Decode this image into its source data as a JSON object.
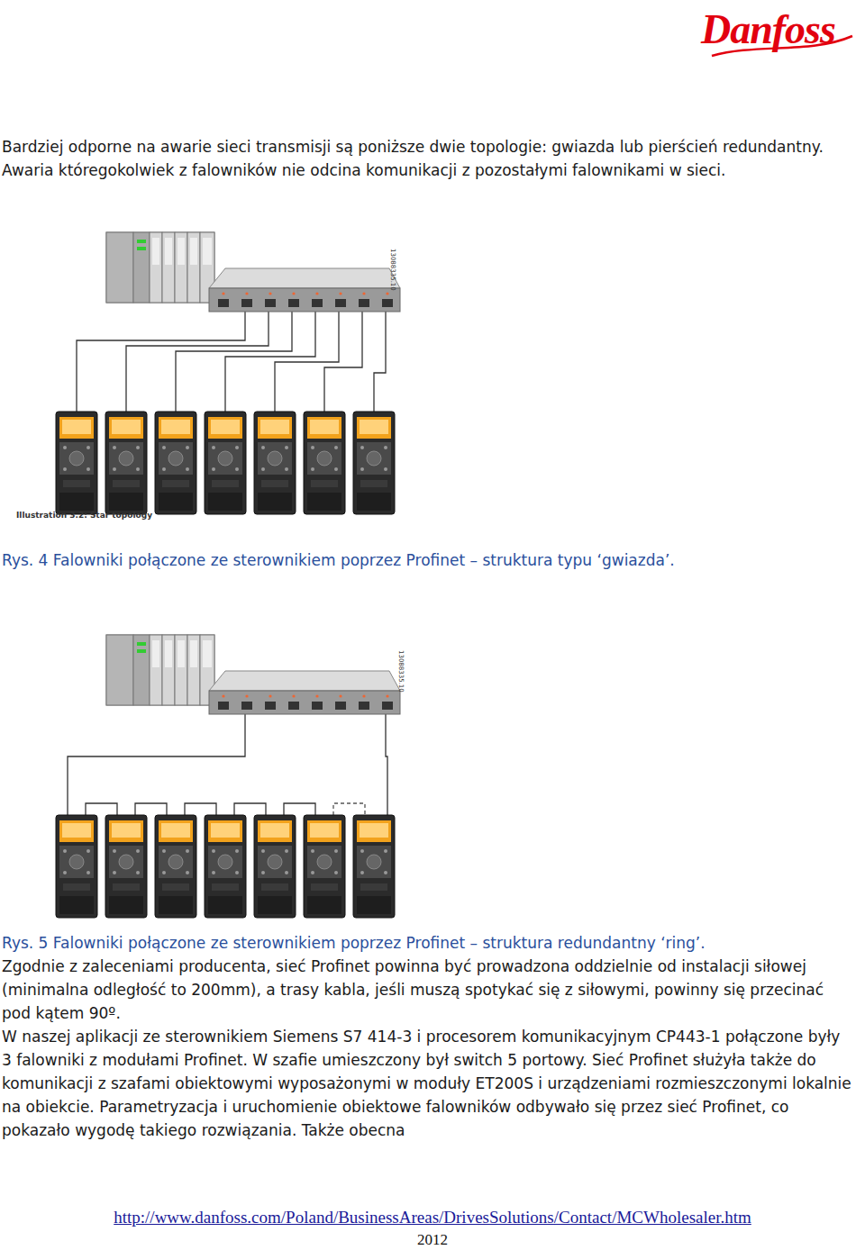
{
  "diagram": {
    "labels": [
      "Danfoss",
      "Bardziej odporne na awarie sieci transmisji są poniższe dwie topologie: gwiazda lub pierścień redundantny. Awaria któregokolwiek z falowników nie odcina komunikacji z pozostałymi falownikami w sieci.",
      "13088335.10",
      "Illustration 3.2: Star topology",
      "Rys. 4 Falowniki połączone ze sterownikiem poprzez Profinet – struktura typu ‘gwiazda’.",
      "13088335.10",
      "Rys. 5 Falowniki połączone ze sterownikiem poprzez Profinet – struktura redundantny ‘ring’.",
      "Zgodnie z zaleceniami producenta, sieć Profinet powinna być prowadzona oddzielnie od instalacji siłowej (minimalna odległość to 200mm), a trasy kabla, jeśli muszą spotykać się z siłowymi, powinny się przecinać pod kątem 90º.",
      "W naszej aplikacji ze sterownikiem Siemens S7 414-3 i procesorem komunikacyjnym CP443-1 połączone były 3 falowniki z modułami Profinet. W szafie umieszczony był switch 5 portowy. Sieć Profinet służyła także do komunikacji z szafami obiektowymi wyposażonymi w moduły ET200S i urządzeniami rozmieszczonymi lokalnie na obiekcie. Parametryzacja i uruchomienie obiektowe falowników odbywało się przez sieć Profinet, co pokazało wygodę takiego rozwiązania. Także obecna",
      "http://www.danfoss.com/Poland/BusinessAreas/DrivesSolutions/Contact/MCWholesaler.htm",
      "2012"
    ]
  }
}
